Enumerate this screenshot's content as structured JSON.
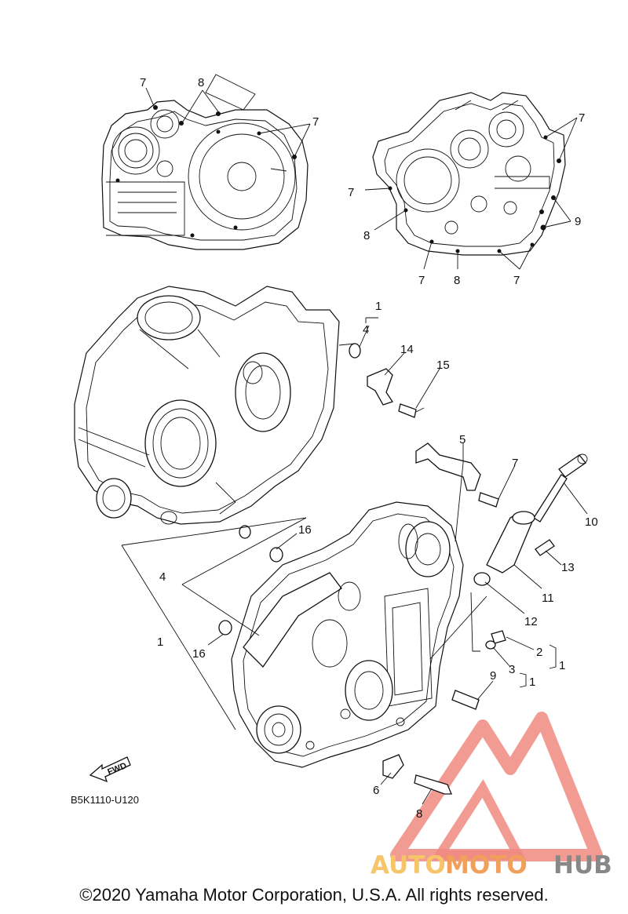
{
  "diagram": {
    "code": "B5K1110-U120",
    "fwd_label": "FWD",
    "copyright": "©2020 Yamaha Motor Corporation, U.S.A. All rights reserved.",
    "watermark": {
      "text_auto": "AUTO",
      "text_moto": "MOTO",
      "text_hub": "HUB",
      "colors": {
        "logo": "#f08a80",
        "auto": "#f6c56a",
        "moto": "#f0a05a",
        "hub": "#888888"
      }
    },
    "callouts": {
      "top_left_7a": "7",
      "top_left_8": "8",
      "top_left_7b": "7",
      "top_right_7a": "7",
      "top_right_7b": "7",
      "top_right_8a": "8",
      "top_right_9": "9",
      "top_right_7c": "7",
      "top_right_8b": "8",
      "top_right_7d": "7",
      "main_1a": "1",
      "main_4a": "4",
      "main_14": "14",
      "main_15": "15",
      "main_5": "5",
      "main_7": "7",
      "main_10": "10",
      "main_16a": "16",
      "main_4b": "4",
      "main_13": "13",
      "main_11": "11",
      "main_12": "12",
      "main_1b": "1",
      "main_16b": "16",
      "main_2": "2",
      "main_1c": "1",
      "main_3": "3",
      "main_1d": "1",
      "main_9": "9",
      "main_6": "6",
      "main_8": "8"
    }
  }
}
